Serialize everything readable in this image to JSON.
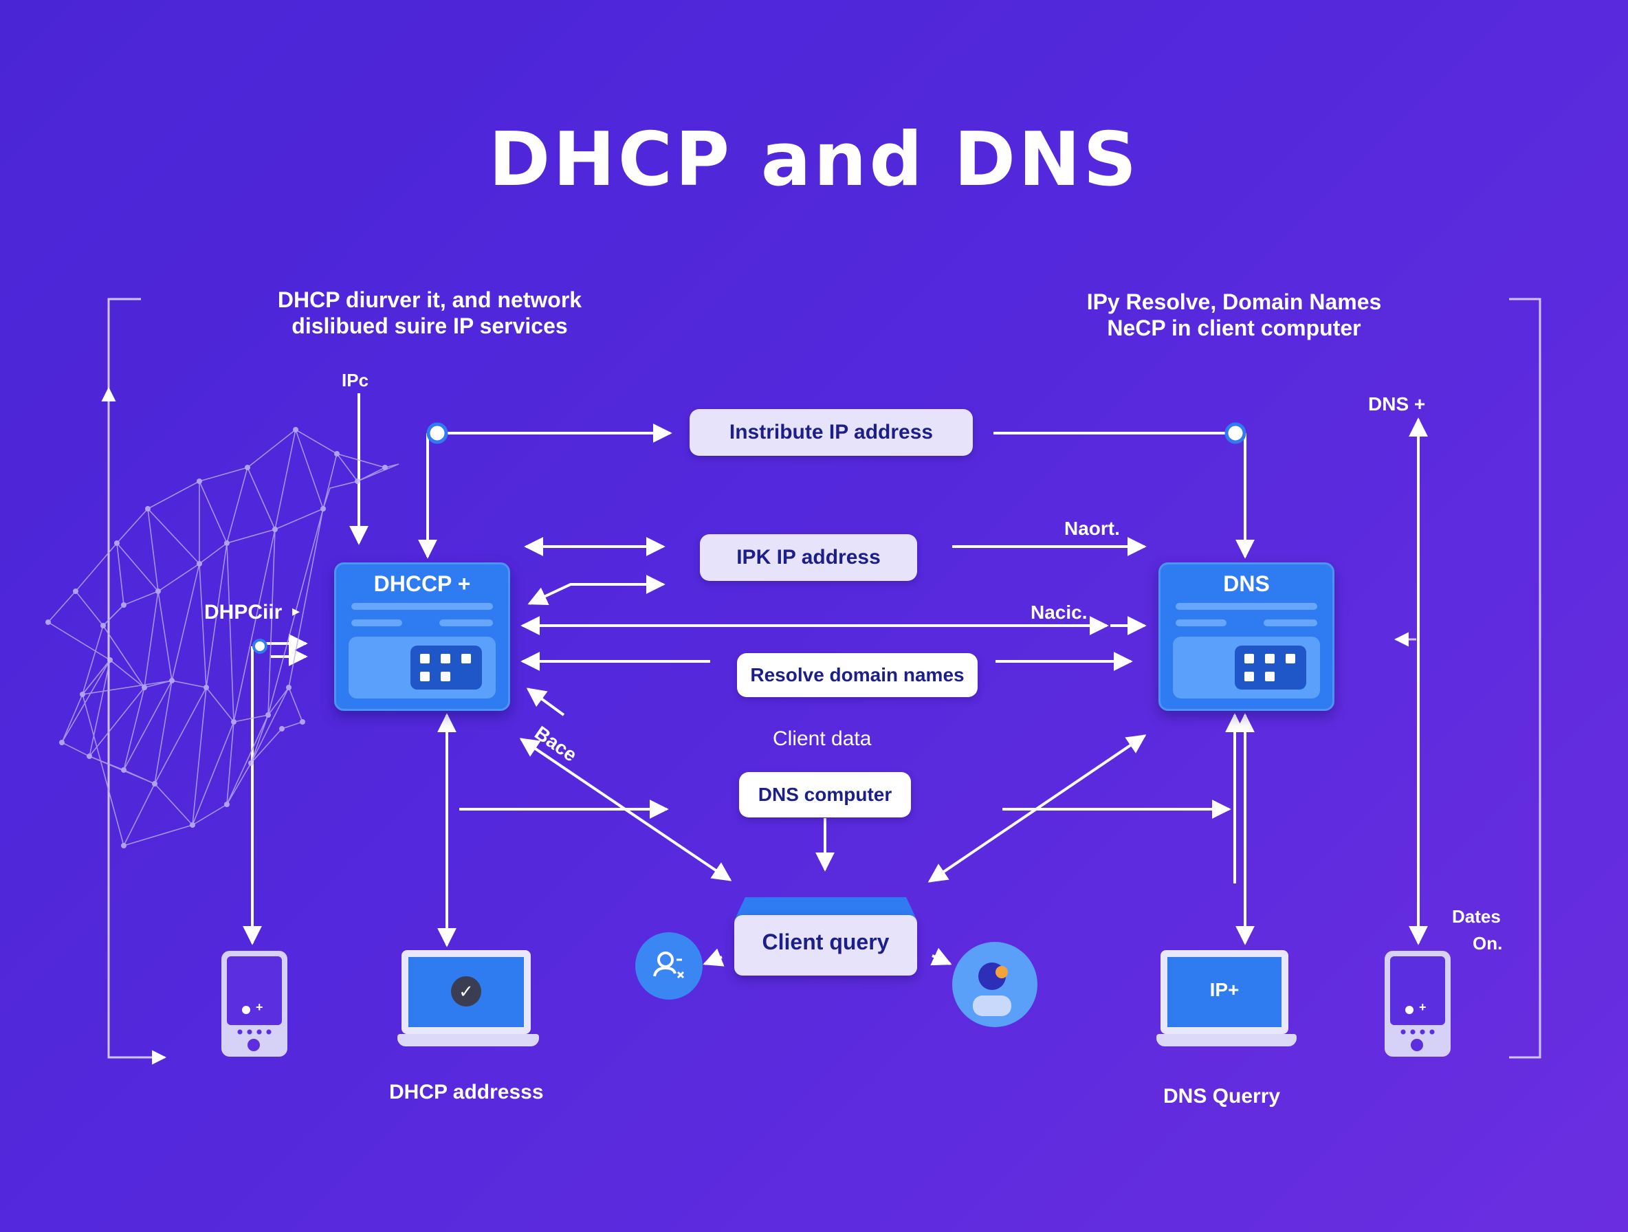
{
  "title": "DHCP and DNS",
  "left_description": [
    "DHCP diurver it, and network",
    "dislibued suire IP services"
  ],
  "right_description": [
    "IPy Resolve, Domain Names",
    "NeCP in client computer"
  ],
  "labels": {
    "ipc": "IPc",
    "dhpciir": "DHPCiir",
    "dns_plus": "DNS +",
    "naort": "Naort.",
    "nacic": "Nacic.",
    "bace": "Bace",
    "client_data": "Client data",
    "dates_on_1": "Dates",
    "dates_on_2": "On.",
    "dhcp_address": "DHCP addresss",
    "dns_query": "DNS Querry"
  },
  "boxes": {
    "instribute": "Instribute IP address",
    "ipk": "IPK IP address",
    "resolve": "Resolve domain names",
    "dns_computer": "DNS computer",
    "client_query": "Client query"
  },
  "servers": {
    "dhcp": "DHCCP +",
    "dns": "DNS"
  },
  "laptop_right_label": "IP+",
  "colors": {
    "background": "#5428dc",
    "server": "#2f7bf2",
    "pill": "#e6e3fb",
    "pill_text": "#1c1e8a"
  }
}
